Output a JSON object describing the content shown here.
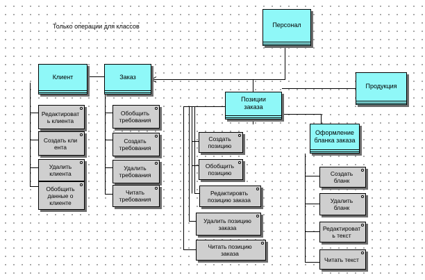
{
  "caption": "Только операции для классов",
  "classes": {
    "personal": "Персонал",
    "client": "Клиент",
    "order": "Заказ",
    "order_positions": "Позиции\nзаказа",
    "products": "Продукция",
    "order_form": "Оформление\nбланка заказа"
  },
  "operations": {
    "client": [
      "Редактироват\nь клиента",
      "Создать кли\nента",
      "Удалить\nклиента",
      "Обобщить\nданные о\nклиенте"
    ],
    "order": [
      "Обобщить\nтребования",
      "Создать\nтребования",
      "Удалить\nтребования",
      "Читать\nтребования"
    ],
    "order_positions": [
      "Создать\nпозицию",
      "Обобщить\nпозицию",
      "Редактировть\nпозицию заказа",
      "Удалить позицию\nзаказа",
      "Читать позицию\nзаказа"
    ],
    "order_form": [
      "Создать\nбланк",
      "Удалить\nбланк",
      "Редактироват\nь текст",
      "Читать текст"
    ]
  }
}
